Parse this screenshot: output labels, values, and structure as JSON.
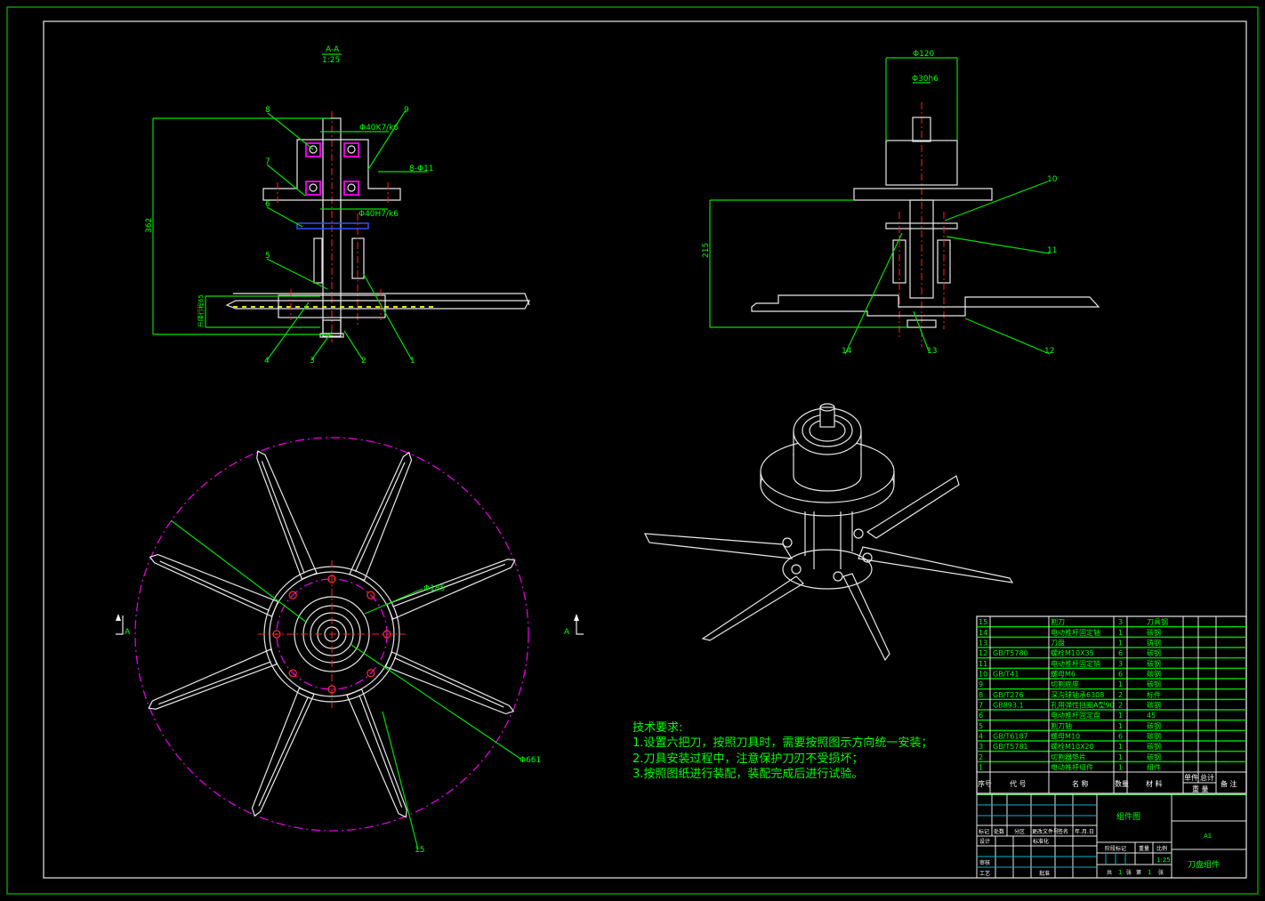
{
  "section_view": {
    "title": "A-A",
    "scale": "1:25",
    "dim_height": "362",
    "dim_fit_top": "Φ40K7/k6",
    "dim_fit_bottom": "Φ40H7/k6",
    "dim_holes": "8-Φ11",
    "dim_stroke": "升降行程65",
    "balloons": [
      "8",
      "9",
      "7",
      "6",
      "5",
      "4",
      "3",
      "2",
      "1"
    ]
  },
  "front_view": {
    "dim_dia_outer": "Φ120",
    "dim_dia_shaft": "Φ30h6",
    "dim_height": "215",
    "balloons": [
      "10",
      "11",
      "12",
      "13",
      "14"
    ]
  },
  "top_view": {
    "dim_bolt_circle": "Φ185",
    "dim_outer": "Φ661",
    "balloon": "15",
    "section_mark_left": "A",
    "section_mark_right": "A"
  },
  "tech_requirements": {
    "title": "技术要求:",
    "items": [
      "1.设置六把刀，按照刀具时，需要按照图示方向统一安装；",
      "2.刀具安装过程中，注意保护刀刃不受损坏；",
      "3.按照图纸进行装配，装配完成后进行试验。"
    ]
  },
  "bom": {
    "headers": {
      "no": "序号",
      "code": "代 号",
      "name": "名 称",
      "qty": "数量",
      "material": "材 料",
      "unit": "单件",
      "total": "总计",
      "weight": "重 量",
      "remark": "备 注"
    },
    "rows": [
      {
        "no": "15",
        "code": "",
        "name": "割刀",
        "qty": "3",
        "material": "刀具钢"
      },
      {
        "no": "14",
        "code": "",
        "name": "电动推杆固定轴",
        "qty": "1",
        "material": "碳钢"
      },
      {
        "no": "13",
        "code": "",
        "name": "刀盘",
        "qty": "1",
        "material": "铸钢"
      },
      {
        "no": "12",
        "code": "GB/T5780",
        "name": "螺栓M10X35",
        "qty": "6",
        "material": "碳钢"
      },
      {
        "no": "11",
        "code": "",
        "name": "电动推杆固定销",
        "qty": "3",
        "material": "碳钢"
      },
      {
        "no": "10",
        "code": "GB/T41",
        "name": "螺母M6",
        "qty": "6",
        "material": "碳钢"
      },
      {
        "no": "9",
        "code": "",
        "name": "切割底座",
        "qty": "1",
        "material": "碳钢"
      },
      {
        "no": "8",
        "code": "GB/T276",
        "name": "深沟球轴承6308",
        "qty": "2",
        "material": "标件"
      },
      {
        "no": "7",
        "code": "GB893.1",
        "name": "孔用弹性挡圈A型90",
        "qty": "2",
        "material": "碳钢"
      },
      {
        "no": "6",
        "code": "",
        "name": "电动推杆固定盘",
        "qty": "1",
        "material": "45"
      },
      {
        "no": "5",
        "code": "",
        "name": "割刀轴",
        "qty": "1",
        "material": "碳钢"
      },
      {
        "no": "4",
        "code": "GB/T6187",
        "name": "螺母M10",
        "qty": "6",
        "material": "碳钢"
      },
      {
        "no": "3",
        "code": "GB/T5781",
        "name": "螺栓M10X20",
        "qty": "1",
        "material": "碳钢"
      },
      {
        "no": "2",
        "code": "",
        "name": "切割器垫片",
        "qty": "1",
        "material": "碳钢"
      },
      {
        "no": "1",
        "code": "",
        "name": "电动推杆组件",
        "qty": "1",
        "material": "组件"
      }
    ]
  },
  "title_block": {
    "drawing_type": "组件图",
    "size": "A1",
    "drawing_name": "刀盘组件",
    "scale": "1:25",
    "labels": {
      "mark": "标记",
      "count": "处数",
      "zone": "分区",
      "change_doc": "更改文件号",
      "sign": "签名",
      "date": "年.月.日",
      "design": "设计",
      "standard": "标准化",
      "review": "审核",
      "process": "工艺",
      "approve": "批准",
      "stage": "阶段标记",
      "weight": "重量",
      "scale": "比例"
    },
    "sheets": {
      "total_prefix": "共",
      "total": "1",
      "total_suffix": "张",
      "sheet_prefix": "第",
      "sheet": "1",
      "sheet_suffix": "张"
    }
  }
}
